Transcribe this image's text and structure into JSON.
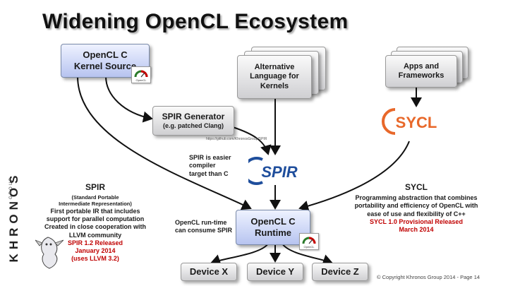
{
  "title": "Widening OpenCL Ecosystem",
  "brand": {
    "name": "KHRONOS",
    "sub": "GROUP"
  },
  "boxes": {
    "kernel_source": [
      "OpenCL C",
      "Kernel Source"
    ],
    "alt_language": [
      "Alternative",
      "Language for",
      "Kernels"
    ],
    "apps": [
      "Apps and",
      "Frameworks"
    ],
    "spir_generator": {
      "title": "SPIR Generator",
      "sub": "(e.g. patched Clang)"
    },
    "runtime": [
      "OpenCL C",
      "Runtime"
    ],
    "devices": [
      "Device X",
      "Device Y",
      "Device Z"
    ]
  },
  "url_text": "https://github.com/KhronosGroup/SPIR",
  "logos": {
    "spir": "SPIR",
    "sycl": "SYCL",
    "opencl_small": "OpenCL"
  },
  "notes": {
    "spir_easier": [
      "SPIR is easier compiler",
      "target than C"
    ],
    "runtime_consume": [
      "OpenCL run-time",
      "can consume SPIR"
    ]
  },
  "spir_panel": {
    "heading": "SPIR",
    "subheading": [
      "(Standard Portable",
      "Intermediate Representation)"
    ],
    "body": [
      "First portable IR that includes",
      "support for parallel computation",
      "Created in close cooperation with",
      "LLVM community"
    ],
    "release": [
      "SPIR 1.2 Released",
      "January 2014",
      "(uses LLVM 3.2)"
    ]
  },
  "sycl_panel": {
    "heading": "SYCL",
    "body": [
      "Programming abstraction that combines",
      "portability and efficiency of OpenCL with",
      "ease of use and flexibility of C++"
    ],
    "release": [
      "SYCL 1.0 Provisional Released",
      "March 2014"
    ]
  },
  "footer": "© Copyright Khronos Group 2014 - Page 14",
  "colors": {
    "accent_red": "#c00000",
    "spir_blue": "#1f4e9c",
    "sycl_orange": "#e8682a",
    "box_blue": "#b7c4f0"
  }
}
